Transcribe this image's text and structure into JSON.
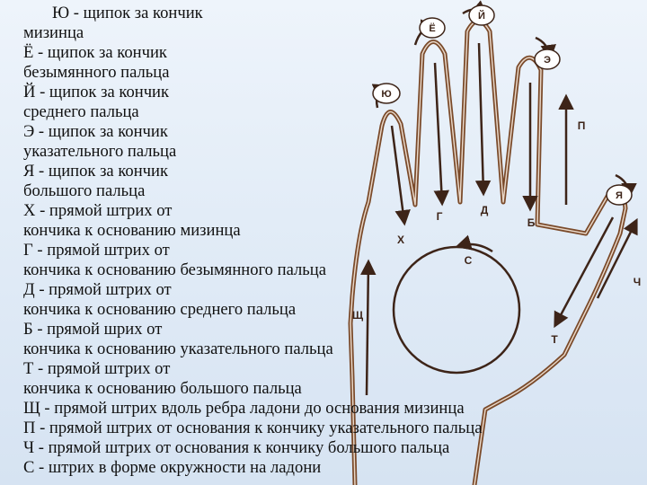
{
  "legend": [
    "Ю - щипок за кончик",
    "мизинца",
    "Ё - щипок за кончик",
    "безымянного пальца",
    "Й - щипок за кончик",
    "среднего пальца",
    "Э - щипок за кончик",
    "указательного пальца",
    "Я - щипок за кончик",
    "большого пальца",
    "Х - прямой штрих от",
    "кончика к основанию мизинца",
    "Г - прямой штрих от",
    "кончика к основанию безымянного пальца",
    "Д - прямой штрих от",
    "кончика к основанию среднего пальца",
    "Б - прямой шрих от",
    "кончика к основанию указательного пальца",
    "Т - прямой штрих от",
    "кончика к основанию большого пальца",
    "Щ - прямой штрих вдоль ребра ладони до основания мизинца",
    "П - прямой штрих от основания к кончику указательного пальца",
    "Ч - прямой штрих от основания к кончику большого пальца",
    "С - штрих в форме окружности на ладони"
  ],
  "diagram": {
    "labels": {
      "yu": "Ю",
      "yo": "Ё",
      "iy": "Й",
      "e": "Э",
      "ya": "Я",
      "kh": "Х",
      "g": "Г",
      "d": "Д",
      "b": "Б",
      "t": "Т",
      "shch": "Щ",
      "p": "П",
      "ch": "Ч",
      "s": "С"
    },
    "colors": {
      "hand_outline": "#7a4a2a",
      "arrows": "#3d2418",
      "badge_fill": "#ffffff",
      "background": "#e6eef8"
    }
  }
}
